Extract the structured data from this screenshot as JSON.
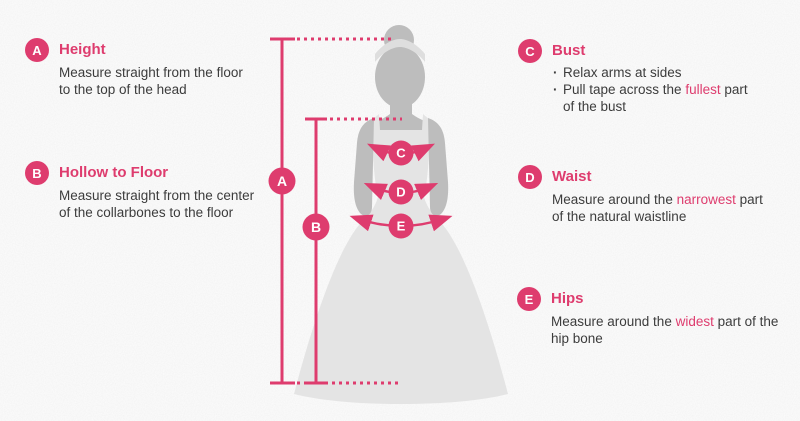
{
  "colors": {
    "accent_pink": "#DE3C6E",
    "body_gray": "#BDBDBD",
    "dress_gray": "#E4E4E4",
    "text_gray": "#3c3c3c"
  },
  "figure": {
    "a": "A",
    "b": "B",
    "c": "C",
    "d": "D",
    "e": "E"
  },
  "sections": {
    "height": {
      "letter": "A",
      "title": "Height",
      "description": "Measure straight from the floor\nto the top of the head"
    },
    "hollow": {
      "letter": "B",
      "title": "Hollow to Floor",
      "description": "Measure straight from the center\nof the collarbones to the floor"
    },
    "bust": {
      "letter": "C",
      "title": "Bust",
      "bullets": [
        [
          {
            "t": "Relax arms at sides"
          }
        ],
        [
          {
            "t": "Pull tape across the "
          },
          {
            "t": "fullest",
            "hl": true
          },
          {
            "t": " part\nof the bust"
          }
        ]
      ]
    },
    "waist": {
      "letter": "D",
      "title": "Waist",
      "description": [
        {
          "t": "Measure around the "
        },
        {
          "t": "narrowest",
          "hl": true
        },
        {
          "t": " part\nof the natural waistline"
        }
      ]
    },
    "hips": {
      "letter": "E",
      "title": "Hips",
      "description": [
        {
          "t": "Measure around the "
        },
        {
          "t": "widest",
          "hl": true
        },
        {
          "t": " part of the\nhip bone"
        }
      ]
    }
  }
}
